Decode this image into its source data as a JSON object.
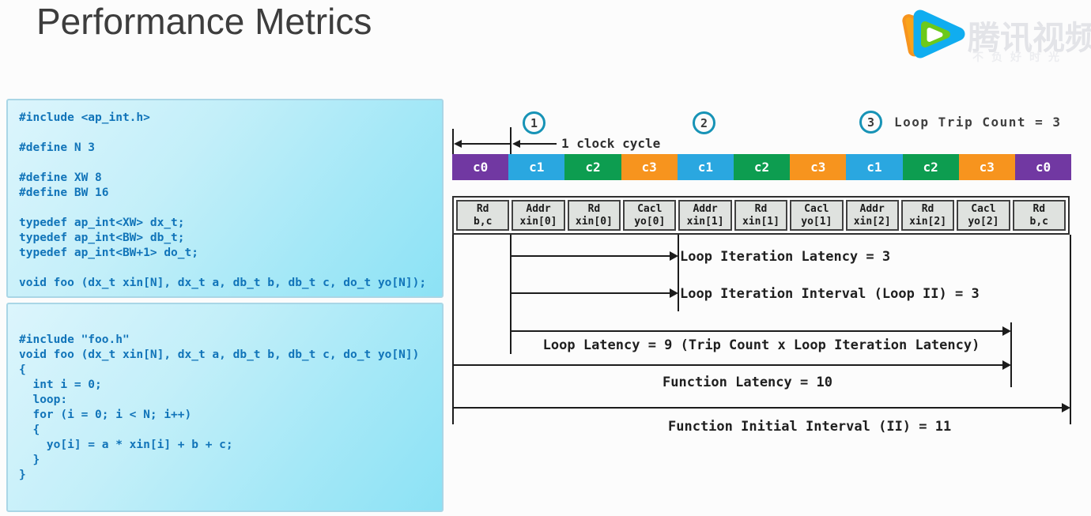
{
  "title": "Performance Metrics",
  "watermark": {
    "brand": "腾讯视频",
    "tagline": "不负好时光"
  },
  "code_blocks": [
    {
      "lines": [
        "#include <ap_int.h>",
        "",
        "#define N 3",
        "",
        "#define XW 8",
        "#define BW 16",
        "",
        "typedef ap_int<XW> dx_t;",
        "typedef ap_int<BW> db_t;",
        "typedef ap_int<BW+1> do_t;",
        "",
        "void foo (dx_t xin[N], dx_t a, db_t b, db_t c, do_t yo[N]);"
      ]
    },
    {
      "lines": [
        "#include \"foo.h\"",
        "void foo (dx_t xin[N], dx_t a, db_t b, db_t c, do_t yo[N])",
        "{",
        "  int i = 0;",
        "  loop:",
        "  for (i = 0; i < N; i++)",
        "  {",
        "    yo[i] = a * xin[i] + b + c;",
        "  }",
        "}"
      ]
    }
  ],
  "diagram": {
    "iteration_markers": [
      "1",
      "2",
      "3"
    ],
    "trip_count_label": "Loop Trip Count = 3",
    "clock_cycle_label": "1 clock cycle",
    "colors": {
      "c0": "#7138a2",
      "c1": "#2aa7e0",
      "c2": "#0d9d50",
      "c3": "#f7941e",
      "marker_ring": "#1793b6"
    },
    "clock_cells": [
      {
        "label": "c0"
      },
      {
        "label": "c1"
      },
      {
        "label": "c2"
      },
      {
        "label": "c3"
      },
      {
        "label": "c1"
      },
      {
        "label": "c2"
      },
      {
        "label": "c3"
      },
      {
        "label": "c1"
      },
      {
        "label": "c2"
      },
      {
        "label": "c3"
      },
      {
        "label": "c0"
      }
    ],
    "op_cells": [
      {
        "line1": "Rd",
        "line2": "b,c"
      },
      {
        "line1": "Addr",
        "line2": "xin[0]"
      },
      {
        "line1": "Rd",
        "line2": "xin[0]"
      },
      {
        "line1": "Cacl",
        "line2": "yo[0]"
      },
      {
        "line1": "Addr",
        "line2": "xin[1]"
      },
      {
        "line1": "Rd",
        "line2": "xin[1]"
      },
      {
        "line1": "Cacl",
        "line2": "yo[1]"
      },
      {
        "line1": "Addr",
        "line2": "xin[2]"
      },
      {
        "line1": "Rd",
        "line2": "xin[2]"
      },
      {
        "line1": "Cacl",
        "line2": "yo[2]"
      },
      {
        "line1": "Rd",
        "line2": "b,c"
      }
    ],
    "annotations": {
      "iteration_latency": "Loop Iteration Latency = 3",
      "iteration_interval": "Loop Iteration Interval (Loop II) = 3",
      "loop_latency": "Loop Latency = 9 (Trip Count x Loop Iteration Latency)",
      "function_latency": "Function Latency = 10",
      "function_ii": "Function Initial Interval (II) = 11"
    }
  }
}
